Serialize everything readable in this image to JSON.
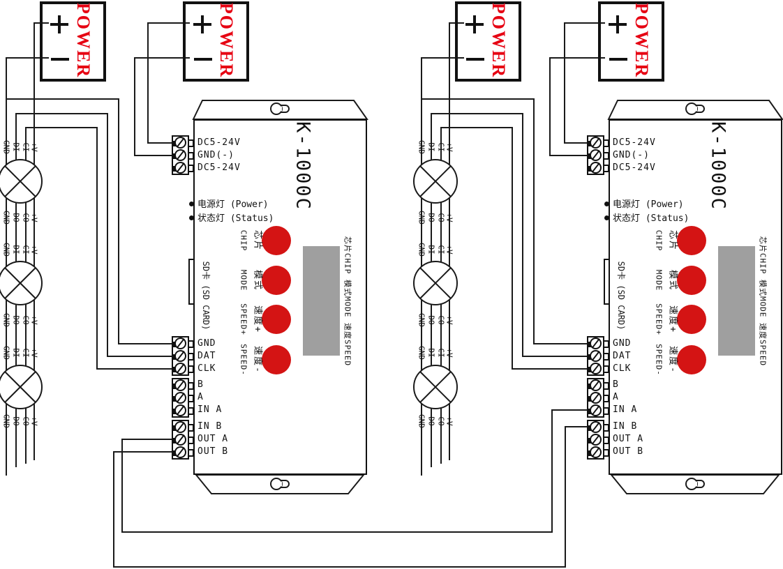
{
  "power_supplies": [
    {
      "label": "POWER",
      "terminals": [
        "+",
        "-"
      ]
    },
    {
      "label": "POWER",
      "terminals": [
        "+",
        "-"
      ]
    },
    {
      "label": "POWER",
      "terminals": [
        "+",
        "-"
      ]
    },
    {
      "label": "POWER",
      "terminals": [
        "+",
        "-"
      ]
    }
  ],
  "controllers": [
    {
      "model": "K-1000C",
      "power_terminals": [
        "DC5-24V",
        "GND(-)",
        "DC5-24V"
      ],
      "indicators": [
        "电源灯 (Power)",
        "状态灯 (Status)"
      ],
      "sd_label": "SD卡 (SD CARD)",
      "buttons": [
        {
          "cn": "芯片",
          "en": "CHIP"
        },
        {
          "cn": "模式",
          "en": "MODE"
        },
        {
          "cn": "速度+",
          "en": "SPEED+"
        },
        {
          "cn": "速度-",
          "en": "SPEED-"
        }
      ],
      "display_caption": "芯片CHIP  模式MODE  速度SPEED",
      "data_terminals": [
        "GND",
        "DAT",
        "CLK"
      ],
      "bus_terminals": [
        "B",
        "A",
        "IN A"
      ],
      "io_terminals": [
        "IN B",
        "OUT A",
        "OUT B"
      ]
    },
    {
      "model": "K-1000C",
      "power_terminals": [
        "DC5-24V",
        "GND(-)",
        "DC5-24V"
      ],
      "indicators": [
        "电源灯 (Power)",
        "状态灯 (Status)"
      ],
      "sd_label": "SD卡 (SD CARD)",
      "buttons": [
        {
          "cn": "芯片",
          "en": "CHIP"
        },
        {
          "cn": "模式",
          "en": "MODE"
        },
        {
          "cn": "速度+",
          "en": "SPEED+"
        },
        {
          "cn": "速度-",
          "en": "SPEED-"
        }
      ],
      "display_caption": "芯片CHIP  模式MODE  速度SPEED",
      "data_terminals": [
        "GND",
        "DAT",
        "CLK"
      ],
      "bus_terminals": [
        "B",
        "A",
        "IN A"
      ],
      "io_terminals": [
        "IN B",
        "OUT A",
        "OUT B"
      ]
    }
  ],
  "led_chains": [
    {
      "module_count": 3,
      "input_labels": [
        "GND",
        "DI",
        "CI",
        "+V"
      ],
      "output_labels": [
        "GND",
        "DO",
        "CO",
        "+V"
      ]
    },
    {
      "module_count": 3,
      "input_labels": [
        "GND",
        "DI",
        "CI",
        "+V"
      ],
      "output_labels": [
        "GND",
        "DO",
        "CO",
        "+V"
      ]
    }
  ],
  "colors": {
    "wire": "#1a1a1a",
    "power_red": "#e60012",
    "button_red": "#d41414",
    "display_gray": "#9f9f9f"
  }
}
